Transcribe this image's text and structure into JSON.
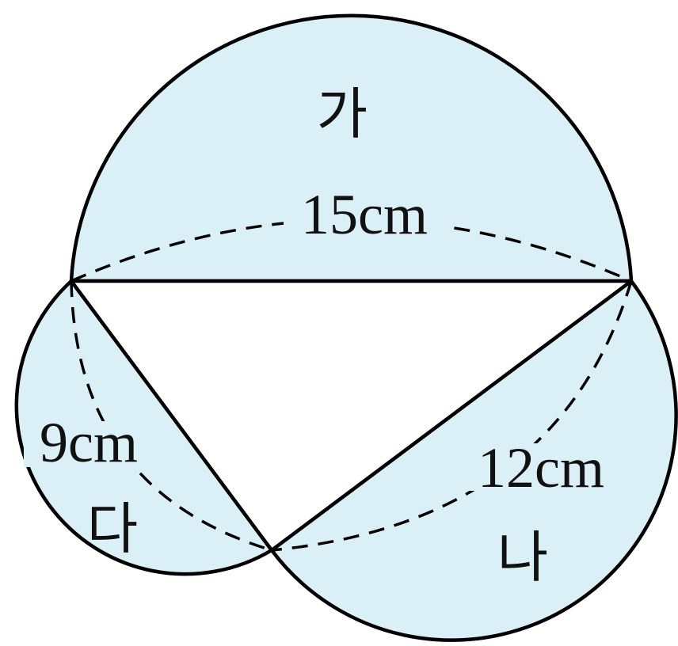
{
  "figure": {
    "regions": {
      "top": "가",
      "right": "나",
      "left": "다"
    },
    "lengths": {
      "hypotenuse": "15cm",
      "right_side": "12cm",
      "left_side": "9cm"
    },
    "colors": {
      "fill": "#daeff6",
      "stroke": "#000000"
    }
  }
}
